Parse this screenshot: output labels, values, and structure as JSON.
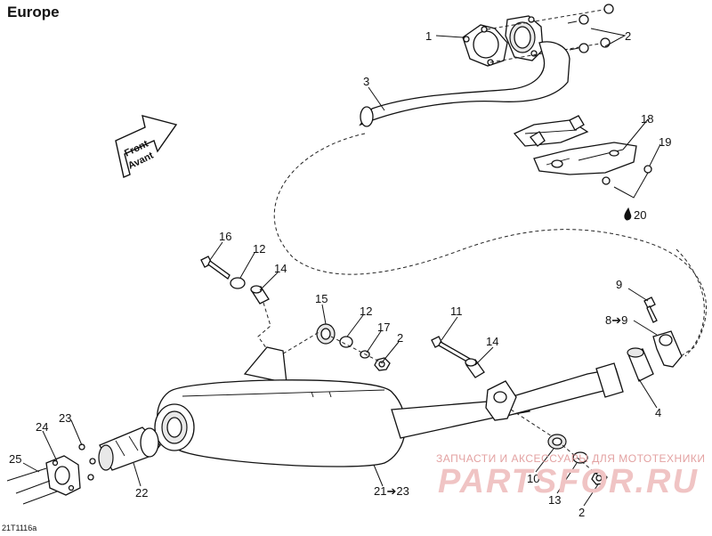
{
  "diagram": {
    "region_title": "Europe",
    "drawing_id": "21T1116a",
    "front_arrow": {
      "line1": "Front",
      "line2": "Avant"
    },
    "callouts": [
      {
        "id": "c1",
        "text": "1"
      },
      {
        "id": "c2a",
        "text": "2"
      },
      {
        "id": "c3",
        "text": "3"
      },
      {
        "id": "c18",
        "text": "18"
      },
      {
        "id": "c19",
        "text": "19"
      },
      {
        "id": "c20",
        "text": "20"
      },
      {
        "id": "c16",
        "text": "16"
      },
      {
        "id": "c12a",
        "text": "12"
      },
      {
        "id": "c14a",
        "text": "14"
      },
      {
        "id": "c15",
        "text": "15"
      },
      {
        "id": "c12b",
        "text": "12"
      },
      {
        "id": "c17",
        "text": "17"
      },
      {
        "id": "c2b",
        "text": "2"
      },
      {
        "id": "c11",
        "text": "11"
      },
      {
        "id": "c14b",
        "text": "14"
      },
      {
        "id": "c9",
        "text": "9"
      },
      {
        "id": "c8to9",
        "text": "8➔9"
      },
      {
        "id": "c4",
        "text": "4"
      },
      {
        "id": "c23",
        "text": "23"
      },
      {
        "id": "c24",
        "text": "24"
      },
      {
        "id": "c25",
        "text": "25"
      },
      {
        "id": "c22",
        "text": "22"
      },
      {
        "id": "c21to23",
        "text": "21➔23"
      },
      {
        "id": "c10",
        "text": "10"
      },
      {
        "id": "c13",
        "text": "13"
      },
      {
        "id": "c2c",
        "text": "2"
      }
    ]
  },
  "watermark": {
    "tagline": "ЗАПЧАСТИ И АКСЕССУАРЫ ДЛЯ МОТОТЕХНИКИ",
    "logo": "PARTSFOR.RU"
  }
}
